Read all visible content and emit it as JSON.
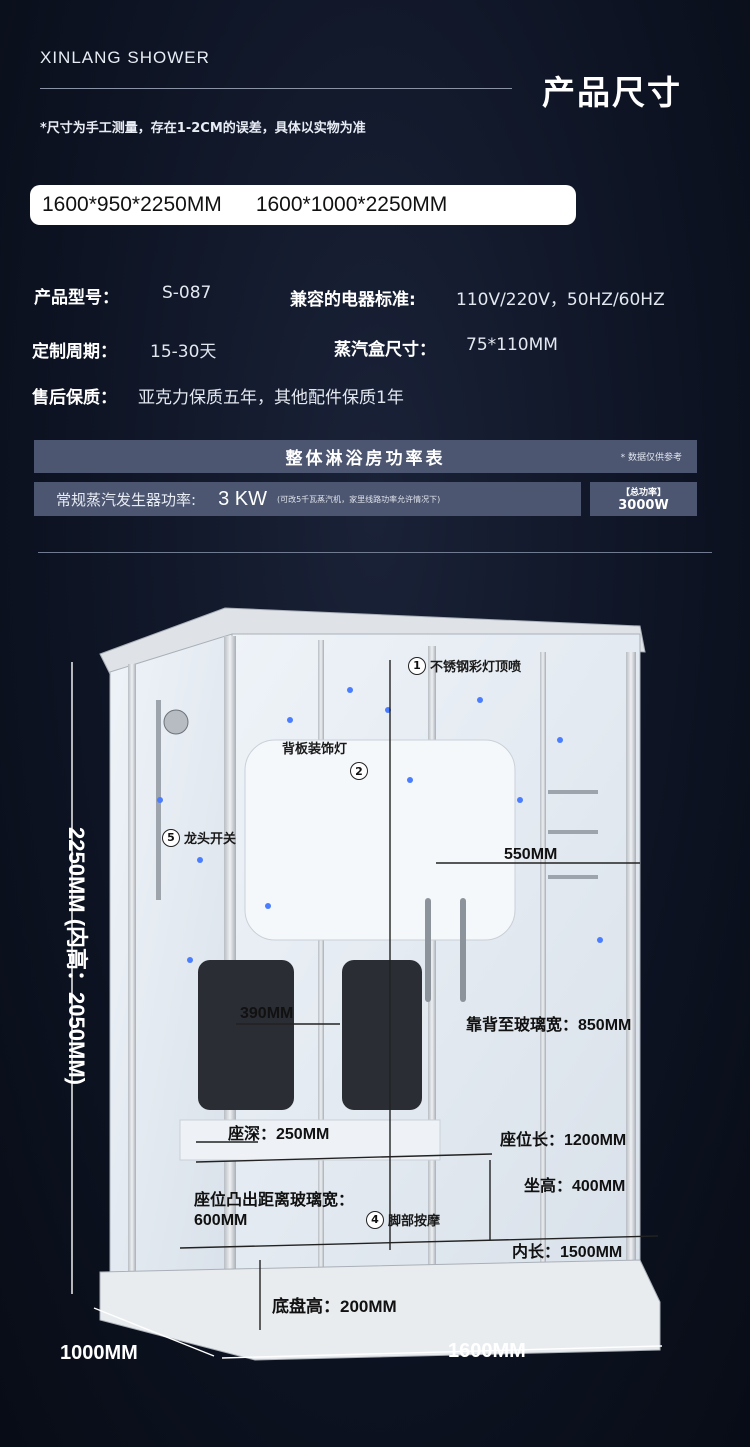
{
  "header": {
    "brand": "XINLANG  SHOWER",
    "title": "产品尺寸",
    "note": "*尺寸为手工测量，存在1-2CM的误差，具体以实物为准"
  },
  "sizes": [
    "1600*950*2250MM",
    "1600*1000*2250MM"
  ],
  "specs": {
    "model_label": "产品型号：",
    "model_value": "S-087",
    "standard_label": "兼容的电器标准:",
    "standard_value": "110V/220V，50HZ/60HZ",
    "cycle_label": "定制周期：",
    "cycle_value": "15-30天",
    "steambox_label": "蒸汽盒尺寸：",
    "steambox_value": "75*110MM",
    "warranty_label": "售后保质：",
    "warranty_value": "亚克力保质五年，其他配件保质1年"
  },
  "power": {
    "table_title": "整体淋浴房功率表",
    "ref_note": "* 数据仅供参考",
    "generator_label": "常规蒸汽发生器功率:",
    "generator_value": "3 KW",
    "generator_note": "(可改5千瓦蒸汽机，家里线路功率允许情况下)",
    "total_label": "【总功率】",
    "total_value": "3000W"
  },
  "diagram": {
    "height_dim": "2250MM (内高：2050MM)",
    "depth_dim": "1000MM",
    "width_dim": "1600MM",
    "callouts": {
      "c1": "不锈钢彩灯顶喷",
      "c2": "背板装饰灯",
      "c4": "脚部按摩",
      "c5": "龙头开关"
    },
    "numbers": [
      "1",
      "2",
      "4",
      "5"
    ],
    "dims": {
      "d550": "550MM",
      "d390": "390MM",
      "backrest": "靠背至玻璃宽：850MM",
      "seat_depth": "座深：250MM",
      "seat_len": "座位长：1200MM",
      "seat_height": "坐高：400MM",
      "seat_protrude": "座位凸出距离玻璃宽：",
      "seat_protrude_val": "600MM",
      "inner_len": "内长：1500MM",
      "base_height": "底盘高：200MM"
    }
  }
}
